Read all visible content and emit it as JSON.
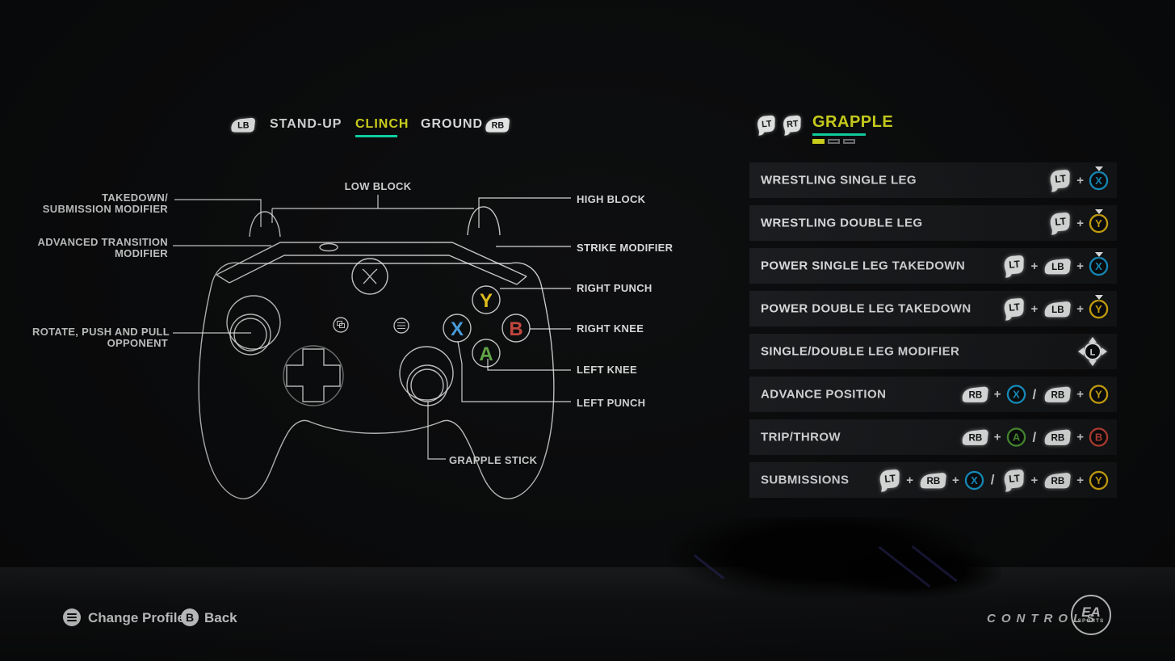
{
  "colors": {
    "accent_yellow": "#dde21d",
    "accent_teal": "#0ee2af",
    "buttons": {
      "x": "#18a2d9",
      "y": "#e9bb10",
      "a": "#4f9e35",
      "b": "#cf4639"
    },
    "diagram_buttons": {
      "x": "#4aa4e4",
      "y": "#e6c31c",
      "a": "#66ae4b",
      "b": "#c8473d"
    },
    "row_bg": "#17191b"
  },
  "tabs": {
    "left_bumper": "LB",
    "right_bumper": "RB",
    "items": [
      {
        "label": "STAND-UP",
        "active": false
      },
      {
        "label": "CLINCH",
        "active": true
      },
      {
        "label": "GROUND",
        "active": false
      }
    ]
  },
  "panel": {
    "triggers": [
      "LT",
      "RT"
    ],
    "title": "GRAPPLE",
    "page_count": 3,
    "active_page": 0,
    "rows": [
      {
        "label": "WRESTLING SINGLE LEG",
        "combo": [
          {
            "t": "trigger",
            "label": "LT"
          },
          {
            "t": "plus"
          },
          {
            "t": "button",
            "label": "X",
            "color_key": "x",
            "marker": true
          }
        ]
      },
      {
        "label": "WRESTLING DOUBLE LEG",
        "combo": [
          {
            "t": "trigger",
            "label": "LT"
          },
          {
            "t": "plus"
          },
          {
            "t": "button",
            "label": "Y",
            "color_key": "y",
            "marker": true
          }
        ]
      },
      {
        "label": "POWER SINGLE LEG TAKEDOWN",
        "combo": [
          {
            "t": "trigger",
            "label": "LT"
          },
          {
            "t": "plus"
          },
          {
            "t": "bumper",
            "label": "LB"
          },
          {
            "t": "plus"
          },
          {
            "t": "button",
            "label": "X",
            "color_key": "x",
            "marker": true
          }
        ]
      },
      {
        "label": "POWER DOUBLE LEG TAKEDOWN",
        "combo": [
          {
            "t": "trigger",
            "label": "LT"
          },
          {
            "t": "plus"
          },
          {
            "t": "bumper",
            "label": "LB"
          },
          {
            "t": "plus"
          },
          {
            "t": "button",
            "label": "Y",
            "color_key": "y",
            "marker": true
          }
        ]
      },
      {
        "label": "SINGLE/DOUBLE LEG MODIFIER",
        "combo": [
          {
            "t": "stick",
            "label": "L"
          }
        ]
      },
      {
        "label": "ADVANCE POSITION",
        "combo": [
          {
            "t": "bumper",
            "label": "RB"
          },
          {
            "t": "plus"
          },
          {
            "t": "button",
            "label": "X",
            "color_key": "x",
            "marker": false
          },
          {
            "t": "slash"
          },
          {
            "t": "bumper",
            "label": "RB"
          },
          {
            "t": "plus"
          },
          {
            "t": "button",
            "label": "Y",
            "color_key": "y",
            "marker": false
          }
        ]
      },
      {
        "label": "TRIP/THROW",
        "combo": [
          {
            "t": "bumper",
            "label": "RB"
          },
          {
            "t": "plus"
          },
          {
            "t": "button",
            "label": "A",
            "color_key": "a",
            "marker": false
          },
          {
            "t": "slash"
          },
          {
            "t": "bumper",
            "label": "RB"
          },
          {
            "t": "plus"
          },
          {
            "t": "button",
            "label": "B",
            "color_key": "b",
            "marker": false
          }
        ]
      },
      {
        "label": "SUBMISSIONS",
        "combo": [
          {
            "t": "trigger",
            "label": "LT"
          },
          {
            "t": "plus"
          },
          {
            "t": "bumper",
            "label": "RB"
          },
          {
            "t": "plus"
          },
          {
            "t": "button",
            "label": "X",
            "color_key": "x",
            "marker": false
          },
          {
            "t": "slash"
          },
          {
            "t": "trigger",
            "label": "LT"
          },
          {
            "t": "plus"
          },
          {
            "t": "bumper",
            "label": "RB"
          },
          {
            "t": "plus"
          },
          {
            "t": "button",
            "label": "Y",
            "color_key": "y",
            "marker": false
          }
        ]
      }
    ]
  },
  "diagram": {
    "labels": {
      "takedown": {
        "lines": [
          "TAKEDOWN/",
          "SUBMISSION MODIFIER"
        ]
      },
      "advanced": {
        "lines": [
          "ADVANCED TRANSITION",
          "MODIFIER"
        ]
      },
      "rotate": {
        "lines": [
          "ROTATE, PUSH AND PULL",
          "OPPONENT"
        ]
      },
      "low_block": "LOW BLOCK",
      "high_block": "HIGH BLOCK",
      "strike_modifier": "STRIKE MODIFIER",
      "right_punch": "RIGHT PUNCH",
      "right_knee": "RIGHT KNEE",
      "left_knee": "LEFT KNEE",
      "left_punch": "LEFT PUNCH",
      "grapple_stick": "GRAPPLE STICK"
    },
    "face_buttons": {
      "y": "Y",
      "x": "X",
      "b": "B",
      "a": "A"
    }
  },
  "footer": {
    "change_profile": "Change Profile",
    "back": "Back",
    "back_icon": "B",
    "controls": "CONTROLS",
    "ea_top": "EA",
    "ea_bot": "SPORTS"
  }
}
